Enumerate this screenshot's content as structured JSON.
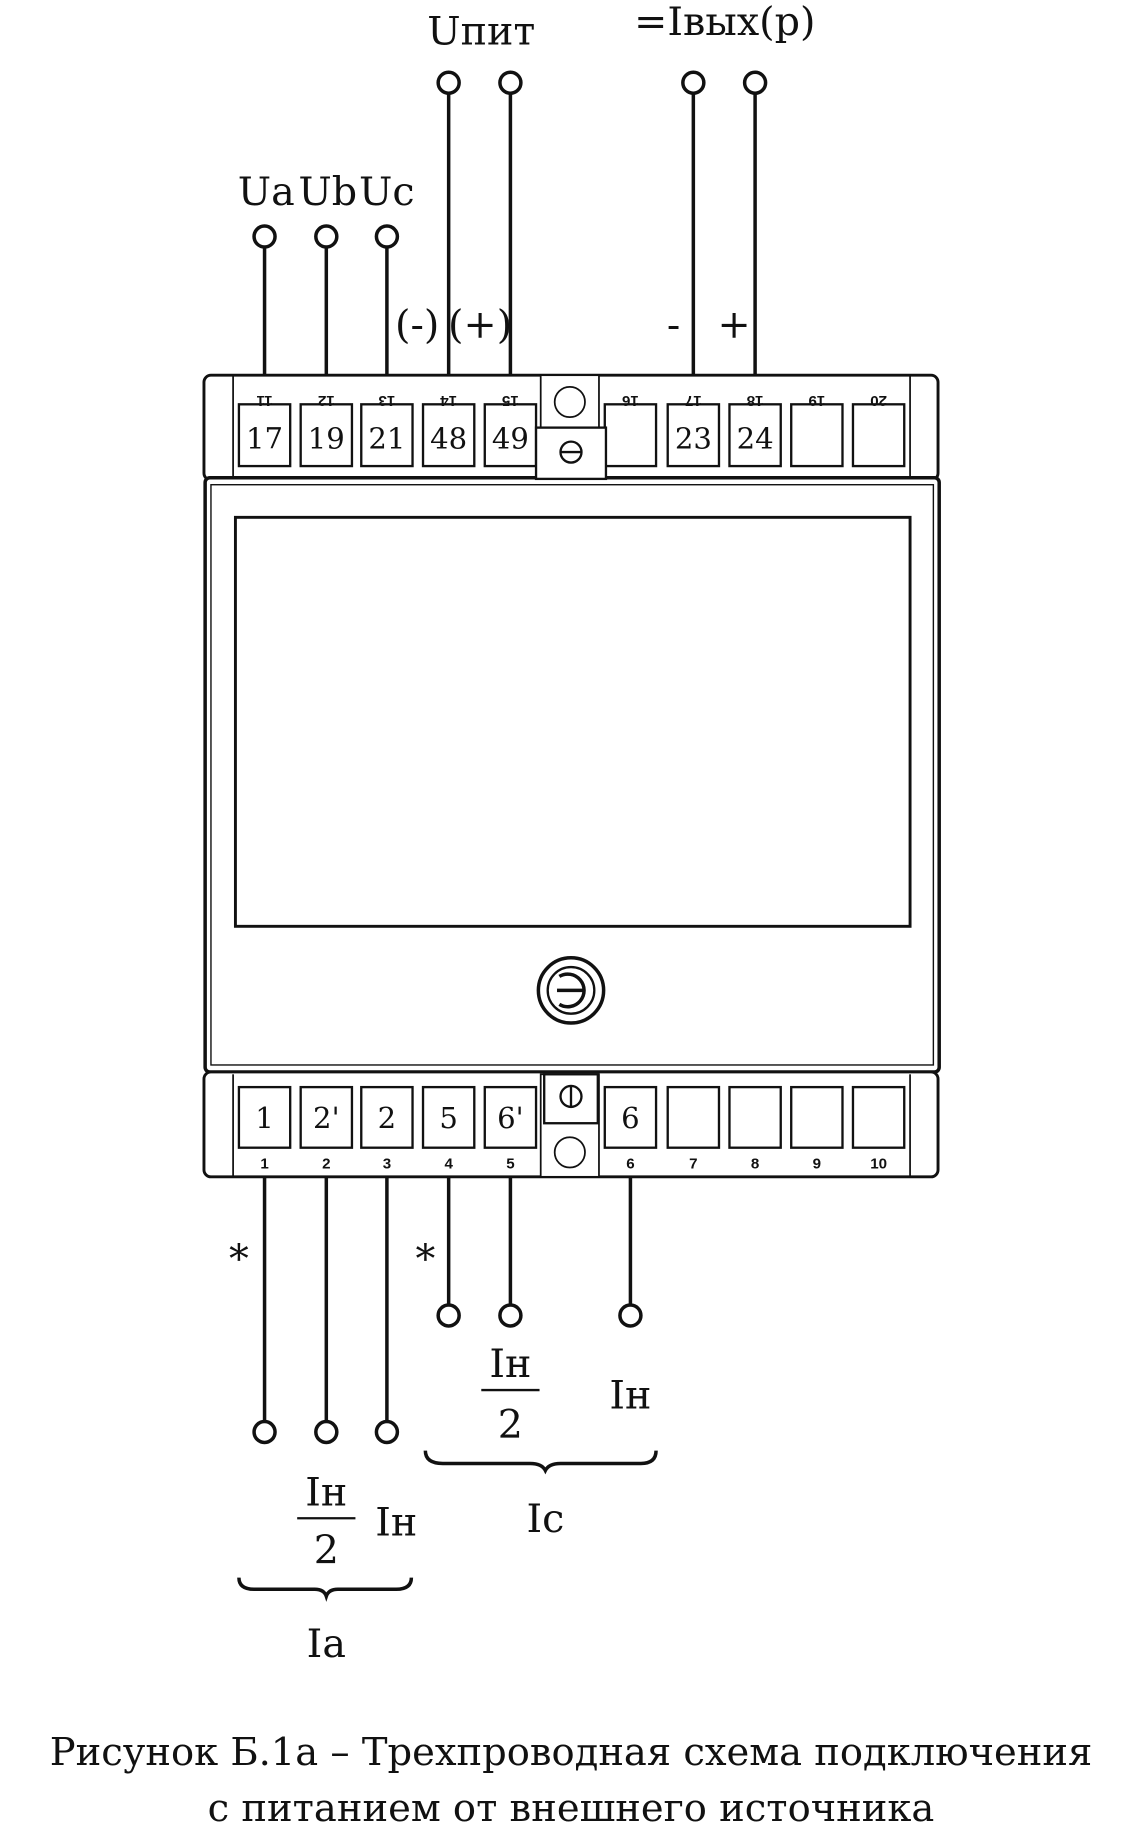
{
  "top_labels": {
    "ua": "Ua",
    "ub": "Ub",
    "uc": "Uc",
    "upit": "Uпит",
    "iout": "=Iвых(р)",
    "minus_paren": "(-)",
    "plus_paren": "(+)",
    "minus": "-",
    "plus": "+"
  },
  "top_terminals": [
    {
      "num": "11",
      "label": "17"
    },
    {
      "num": "12",
      "label": "19"
    },
    {
      "num": "13",
      "label": "21"
    },
    {
      "num": "14",
      "label": "48"
    },
    {
      "num": "15",
      "label": "49"
    },
    {
      "num": "16",
      "label": ""
    },
    {
      "num": "17",
      "label": "23"
    },
    {
      "num": "18",
      "label": "24"
    },
    {
      "num": "19",
      "label": ""
    },
    {
      "num": "20",
      "label": ""
    }
  ],
  "bottom_terminals": [
    {
      "num": "1",
      "label": "1"
    },
    {
      "num": "2",
      "label": "2'"
    },
    {
      "num": "3",
      "label": "2"
    },
    {
      "num": "4",
      "label": "5"
    },
    {
      "num": "5",
      "label": "6'"
    },
    {
      "num": "6",
      "label": "6"
    },
    {
      "num": "7",
      "label": ""
    },
    {
      "num": "8",
      "label": ""
    },
    {
      "num": "9",
      "label": ""
    },
    {
      "num": "10",
      "label": ""
    }
  ],
  "bottom_labels": {
    "star": "*",
    "in": "Iн",
    "two": "2",
    "ic": "Ic",
    "ia": "Ia"
  },
  "caption": {
    "line1": "Рисунок Б.1а – Трехпроводная схема подключения",
    "line2": "с питанием от  внешнего источника"
  }
}
